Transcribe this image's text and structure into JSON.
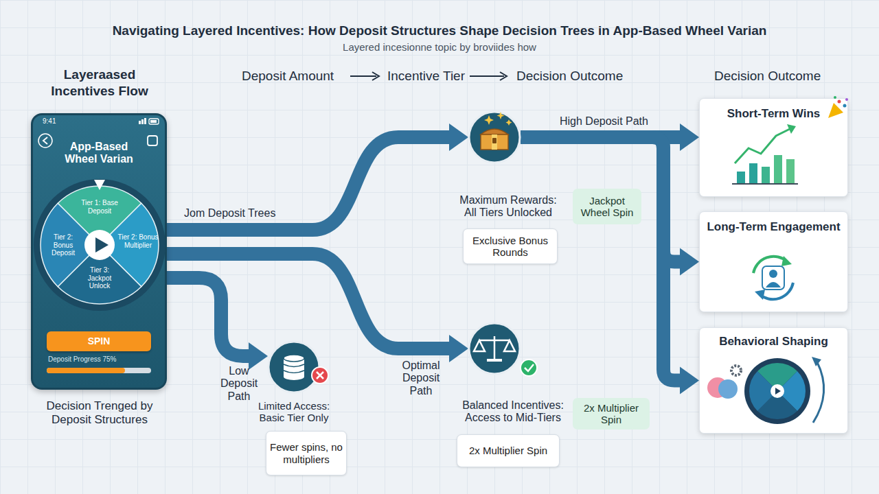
{
  "diagram": {
    "title": "Navigating Layered Incentives: How Deposit Structures Shape Decision Trees in App-Based Wheel Varian",
    "nodes": [
      {
        "text": [
          "App-Based Wheel Varian"
        ]
      },
      {
        "text": [
          "Tier 1: Base Deposit",
          "Tier 2: Bonus Deposit",
          "Tier 2: Bonus Multiplier",
          "Tier 3: Jackpot Unlock"
        ],
        "in": 0
      },
      {
        "text": [
          "SPIN"
        ],
        "in": 0
      },
      {
        "text": [
          "Limited Access: Basic Tier Only"
        ]
      },
      {
        "text": [
          "Fewer spins, no multipliers"
        ]
      },
      {
        "text": [
          "Maximum Rewards: All Tiers Unlocked"
        ]
      },
      {
        "text": [
          "Jackpot Wheel Spin"
        ]
      },
      {
        "text": [
          "Exclusive Bonus Rounds"
        ]
      },
      {
        "text": [
          "Balanced Incentives: Access to Mid-Tiers"
        ]
      },
      {
        "text": [
          "2x Multiplier Spin"
        ]
      },
      {
        "text": [
          "2x Multiplier Spin"
        ]
      },
      {
        "text": [
          "Short-Term Wins"
        ]
      },
      {
        "text": [
          "Long-Term Engagement"
        ]
      },
      {
        "text": [
          "Behavioral Shaping"
        ]
      }
    ],
    "edges": [
      {
        "from": 0,
        "to": 5,
        "arrow": "to",
        "label": "Jom Deposit Trees"
      },
      {
        "from": 0,
        "to": 8,
        "arrow": "to",
        "label": "Optimal Deposit Path"
      },
      {
        "from": 0,
        "to": 3,
        "arrow": "to",
        "label": "Low Deposit Path"
      },
      {
        "from": 5,
        "to": 11,
        "arrow": "to",
        "label": "High Deposit Path"
      },
      {
        "from": 5,
        "to": 12,
        "arrow": "to"
      },
      {
        "from": 5,
        "to": 13,
        "arrow": "to"
      }
    ],
    "labels": [
      "Layered incesionne topic by broviides how",
      "Layeraased Incentives Flow",
      "Deposit Amount",
      "Incentive Tier",
      "Decision Outcome",
      "Decision Outcome",
      "9:41",
      "Deposit Progress 75%",
      "Decision Trenged by Deposit Structures"
    ]
  }
}
